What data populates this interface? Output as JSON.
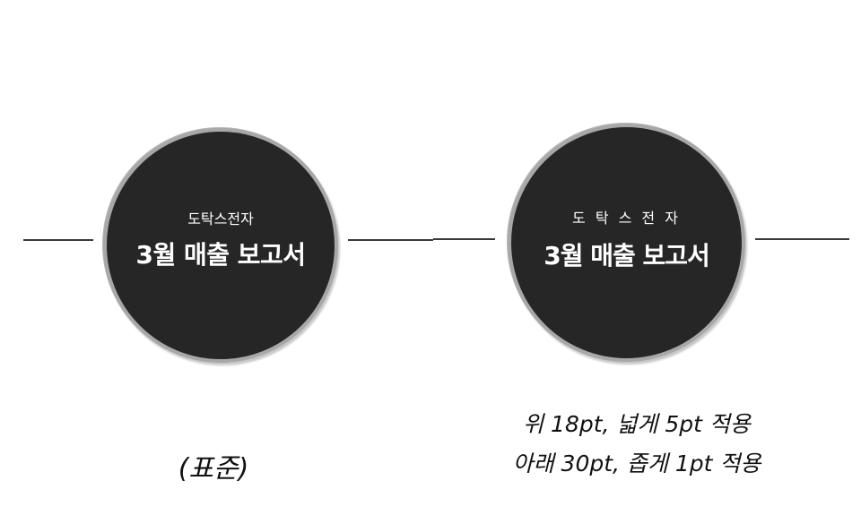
{
  "diagrams": [
    {
      "id": "standard",
      "company": "도탁스전자",
      "title": "3월 매출 보고서",
      "caption": "(표준)"
    },
    {
      "id": "adjusted",
      "company": "도 탁 스 전 자",
      "title": "3월 매출 보고서",
      "caption_lines": [
        "위 18pt, 넓게 5pt 적용",
        "아래 30pt, 좁게 1pt 적용"
      ]
    }
  ],
  "colors": {
    "circle_fill": "#262626",
    "circle_ring": "#a8a8a8",
    "line": "#3a3a3a",
    "text_on_circle": "#ffffff",
    "caption_text": "#111111"
  }
}
